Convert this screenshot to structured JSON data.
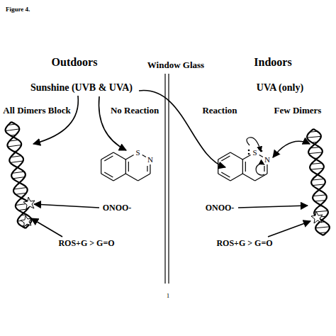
{
  "diagram": {
    "labels": [
      "Figure 4.",
      "Outdoors",
      "Window Glass",
      "Indoors",
      "Sunshine (UVB & UVA)",
      "UVA (only)",
      "All Dimers Block",
      "No Reaction",
      "Reaction",
      "Few Dimers",
      "S",
      "N",
      "S",
      "N",
      "ONOO-",
      "ONOO-",
      "ROS+G > G=O",
      "ROS+G > G=O",
      "1"
    ]
  }
}
